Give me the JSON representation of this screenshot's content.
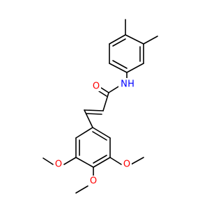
{
  "molecule": {
    "atom_labels": {
      "nitrogen": "N",
      "hydrogen": "H",
      "carbonyl_oxygen": "O",
      "methoxy_oxygen_left": "O",
      "methoxy_oxygen_right": "O",
      "methoxy_oxygen_bottom": "O"
    },
    "colors": {
      "nitrogen": "#0000ff",
      "oxygen": "#ff0000",
      "bond": "#000000"
    }
  }
}
